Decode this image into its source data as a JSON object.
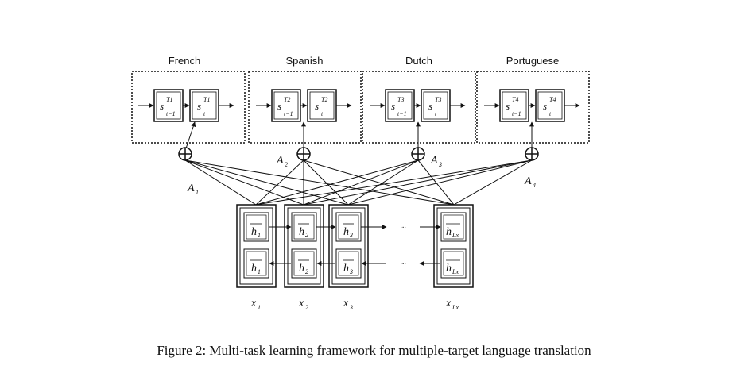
{
  "languages": [
    "French",
    "Spanish",
    "Dutch",
    "Portuguese"
  ],
  "decoders": [
    {
      "prev_sub": "t−1",
      "cur_sub": "t",
      "sup": "T1",
      "attention": "A1"
    },
    {
      "prev_sub": "t−1",
      "cur_sub": "t",
      "sup": "T2",
      "attention": "A2"
    },
    {
      "prev_sub": "t−1",
      "cur_sub": "t",
      "sup": "T3",
      "attention": "A3"
    },
    {
      "prev_sub": "t−1",
      "cur_sub": "t",
      "sup": "T4",
      "attention": "A4"
    }
  ],
  "encoder": {
    "hidden_subs": [
      "1",
      "2",
      "3",
      "Lx"
    ],
    "inputs": [
      "x1",
      "x2",
      "x3",
      "xLx"
    ],
    "ellipsis": "···"
  },
  "caption": "Figure 2: Multi-task learning framework for multiple-target language translation"
}
